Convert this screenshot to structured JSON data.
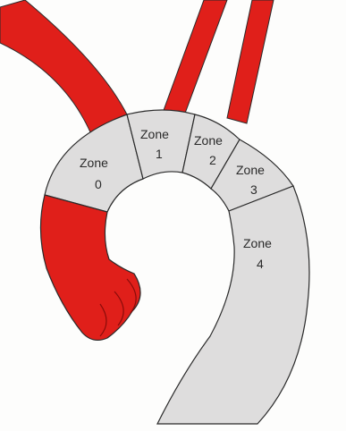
{
  "colors": {
    "vessel_red": "#e01f1a",
    "vessel_red_dark": "#b81210",
    "zone_gray": "#dedddd",
    "outline": "#2a2a2a"
  },
  "zones": [
    {
      "id": "zone-0",
      "word": "Zone",
      "number": "0"
    },
    {
      "id": "zone-1",
      "word": "Zone",
      "number": "1"
    },
    {
      "id": "zone-2",
      "word": "Zone",
      "number": "2"
    },
    {
      "id": "zone-3",
      "word": "Zone",
      "number": "3"
    },
    {
      "id": "zone-4",
      "word": "Zone",
      "number": "4"
    }
  ]
}
